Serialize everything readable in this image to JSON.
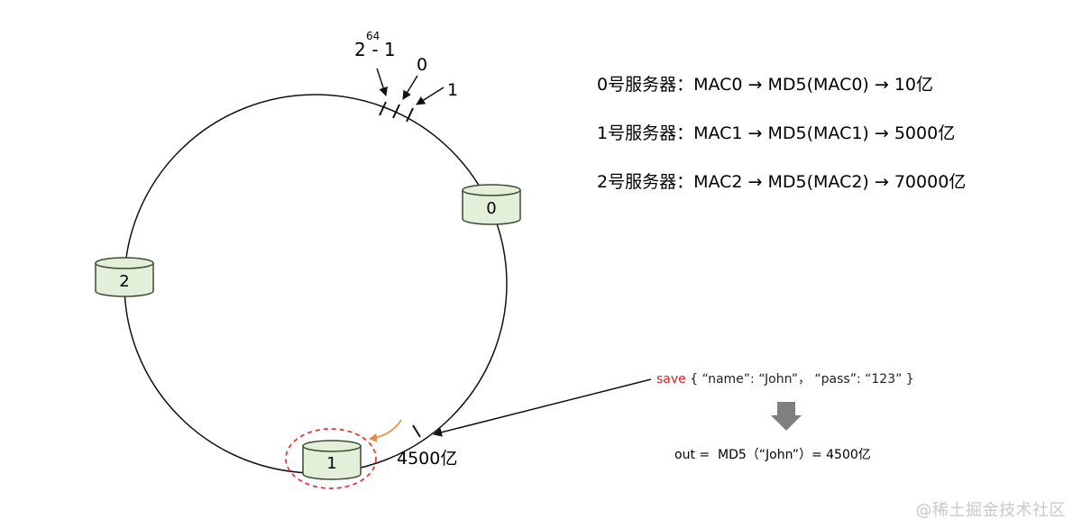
{
  "ring": {
    "marker_top_left": "2",
    "marker_top_left_sup": "64",
    "marker_top_left_rest": " - 1",
    "marker_zero": "0",
    "marker_one": "1",
    "key_position_label": "4500亿"
  },
  "servers": [
    {
      "id": "0"
    },
    {
      "id": "1"
    },
    {
      "id": "2"
    }
  ],
  "mappings": [
    "0号服务器：MAC0 → MD5(MAC0) → 10亿",
    "1号服务器：MAC1 → MD5(MAC1) → 5000亿",
    "2号服务器：MAC2 → MD5(MAC2) → 70000亿"
  ],
  "request": {
    "action": "save",
    "payload": " { “name”: “John”， “pass”: “123” }",
    "hash_line": "out =  MD5（“John”）= 4500亿"
  },
  "watermark": "@稀土掘金技术社区",
  "colors": {
    "server_fill": "#e3efd9",
    "server_stroke": "#3d4a33",
    "highlight_red": "#e53935",
    "arrow_orange": "#f08a3c",
    "arrow_gray": "#7f7f7f",
    "save_red": "#e02020"
  }
}
